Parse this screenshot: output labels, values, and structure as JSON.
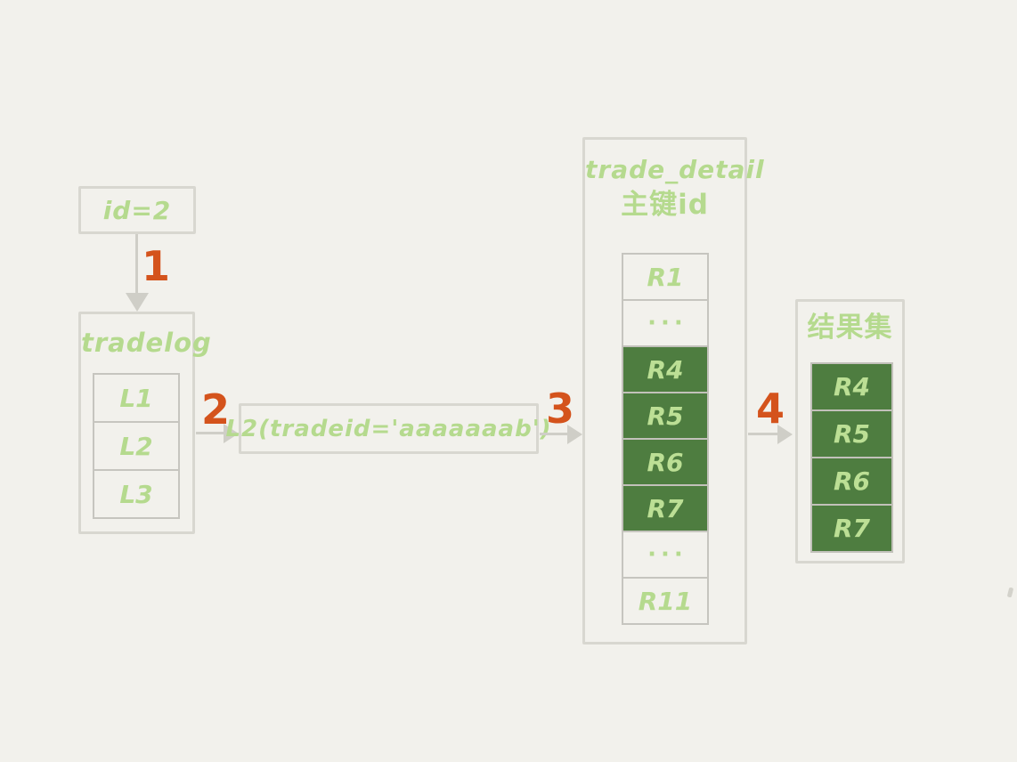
{
  "diagram": {
    "id_box": {
      "label": "id=2"
    },
    "steps": [
      "1",
      "2",
      "3",
      "4"
    ],
    "tradelog": {
      "title": "tradelog",
      "rows": [
        "L1",
        "L2",
        "L3"
      ]
    },
    "query_box": {
      "label": "L2(tradeid='aaaaaaab')"
    },
    "trade_detail": {
      "title": "trade_detail",
      "subtitle": "主键id",
      "rows": [
        "R1",
        "···",
        "R4",
        "R5",
        "R6",
        "R7",
        "···",
        "R11"
      ],
      "highlighted_rows": [
        "R4",
        "R5",
        "R6",
        "R7"
      ]
    },
    "result_set": {
      "title": "结果集",
      "rows": [
        "R4",
        "R5",
        "R6",
        "R7"
      ],
      "highlighted_rows": [
        "R4",
        "R5",
        "R6",
        "R7"
      ]
    },
    "colors": {
      "background": "#f2f1ec",
      "box_border": "#d8d7d0",
      "row_border": "#c6c5bf",
      "text_green": "#b5da8e",
      "highlight_green": "#4e7d40",
      "step_orange": "#d4531c",
      "arrow_gray": "#cfcec7"
    }
  }
}
